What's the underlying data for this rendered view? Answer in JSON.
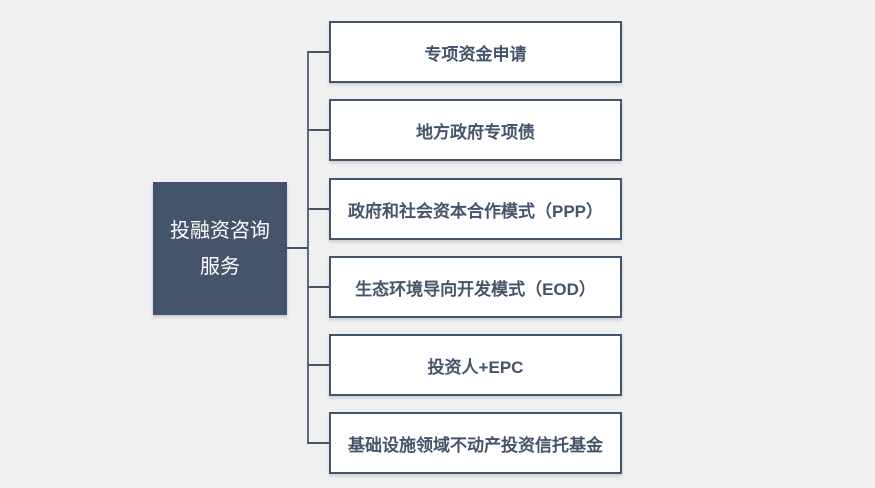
{
  "diagram": {
    "root": {
      "title": "投融资咨询服务",
      "title_line1": "投融资咨询",
      "title_line2": "服务"
    },
    "branches": [
      {
        "label": "专项资金申请"
      },
      {
        "label": "地方政府专项债"
      },
      {
        "label": "政府和社会资本合作模式（PPP）"
      },
      {
        "label": "生态环境导向开发模式（EOD）"
      },
      {
        "label": "投资人+EPC"
      },
      {
        "label": "基础设施领域不动产投资信托基金"
      }
    ],
    "colors": {
      "background": "#f0f0f1",
      "root_fill": "#44546A",
      "root_text": "#ffffff",
      "branch_fill": "#ffffff",
      "branch_border": "#44546A",
      "branch_text": "#44546A",
      "connector": "#44546A"
    }
  }
}
